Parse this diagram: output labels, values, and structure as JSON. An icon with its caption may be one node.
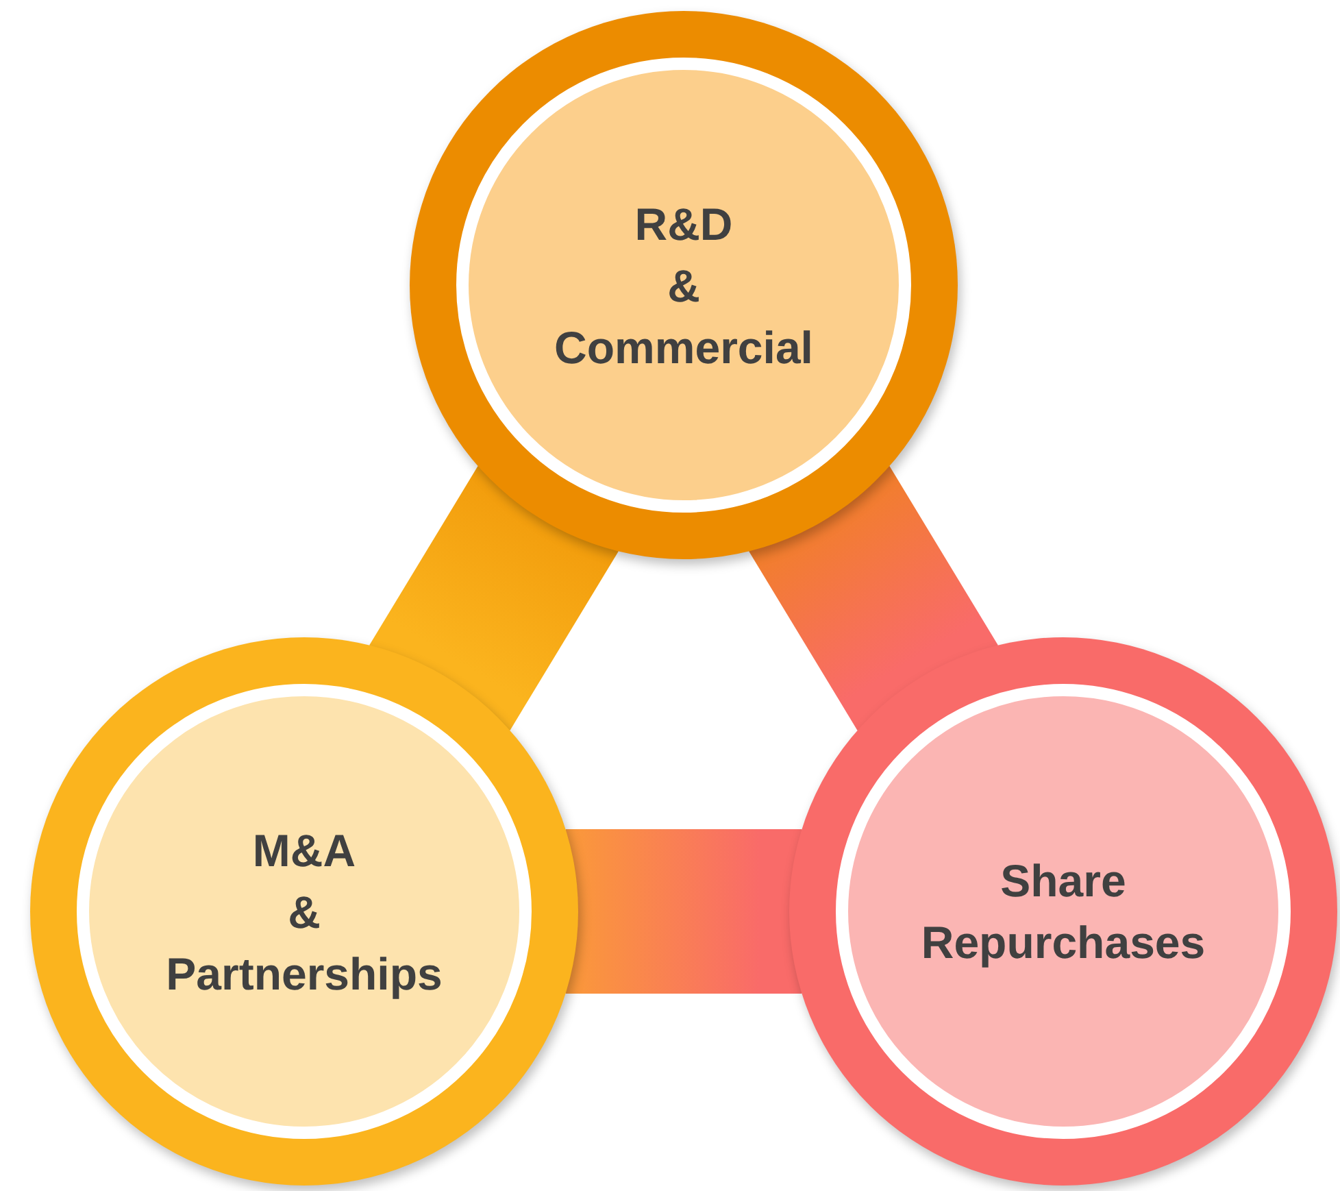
{
  "diagram": {
    "nodes": [
      {
        "text": [
          "R&D & Commercial"
        ]
      },
      {
        "text": [
          "M&A & Partnerships"
        ]
      },
      {
        "text": [
          "Share Repurchases"
        ]
      }
    ],
    "edges": [
      {
        "from": 0,
        "to": 1,
        "arrow": "none",
        "style": "thick"
      },
      {
        "from": 0,
        "to": 2,
        "arrow": "none",
        "style": "thick"
      },
      {
        "from": 1,
        "to": 2,
        "arrow": "none",
        "style": "thick"
      }
    ]
  }
}
